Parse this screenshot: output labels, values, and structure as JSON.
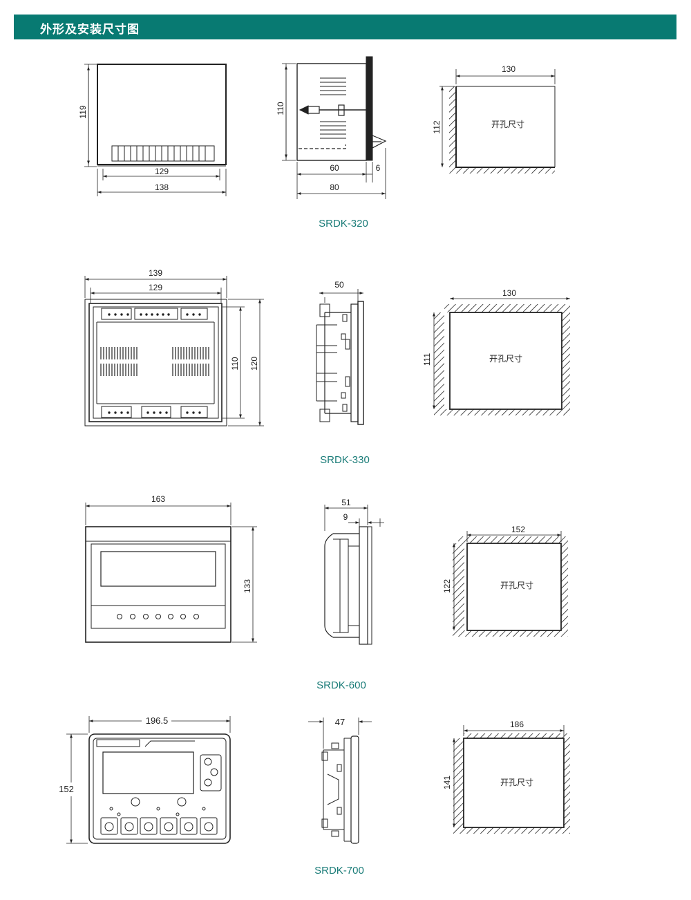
{
  "header": {
    "title": "外形及安装尺寸图"
  },
  "cutout_label": "开孔尺寸",
  "models": [
    {
      "name": "SRDK-320",
      "front": {
        "height": "119",
        "inner_width": "129",
        "outer_width": "138"
      },
      "side": {
        "height": "110",
        "depth": "60",
        "flange": "6",
        "total": "80"
      },
      "cutout": {
        "width": "130",
        "height": "112"
      }
    },
    {
      "name": "SRDK-330",
      "front": {
        "outer_width": "139",
        "inner_width": "129",
        "inner_height": "110",
        "outer_height": "120"
      },
      "side": {
        "depth": "50"
      },
      "cutout": {
        "width": "130",
        "height": "111"
      }
    },
    {
      "name": "SRDK-600",
      "front": {
        "width": "163",
        "height": "133"
      },
      "side": {
        "depth": "51",
        "flange": "9"
      },
      "cutout": {
        "width": "152",
        "height": "122"
      }
    },
    {
      "name": "SRDK-700",
      "front": {
        "width": "196.5",
        "height": "152"
      },
      "side": {
        "depth": "47"
      },
      "cutout": {
        "width": "186",
        "height": "141"
      }
    }
  ]
}
